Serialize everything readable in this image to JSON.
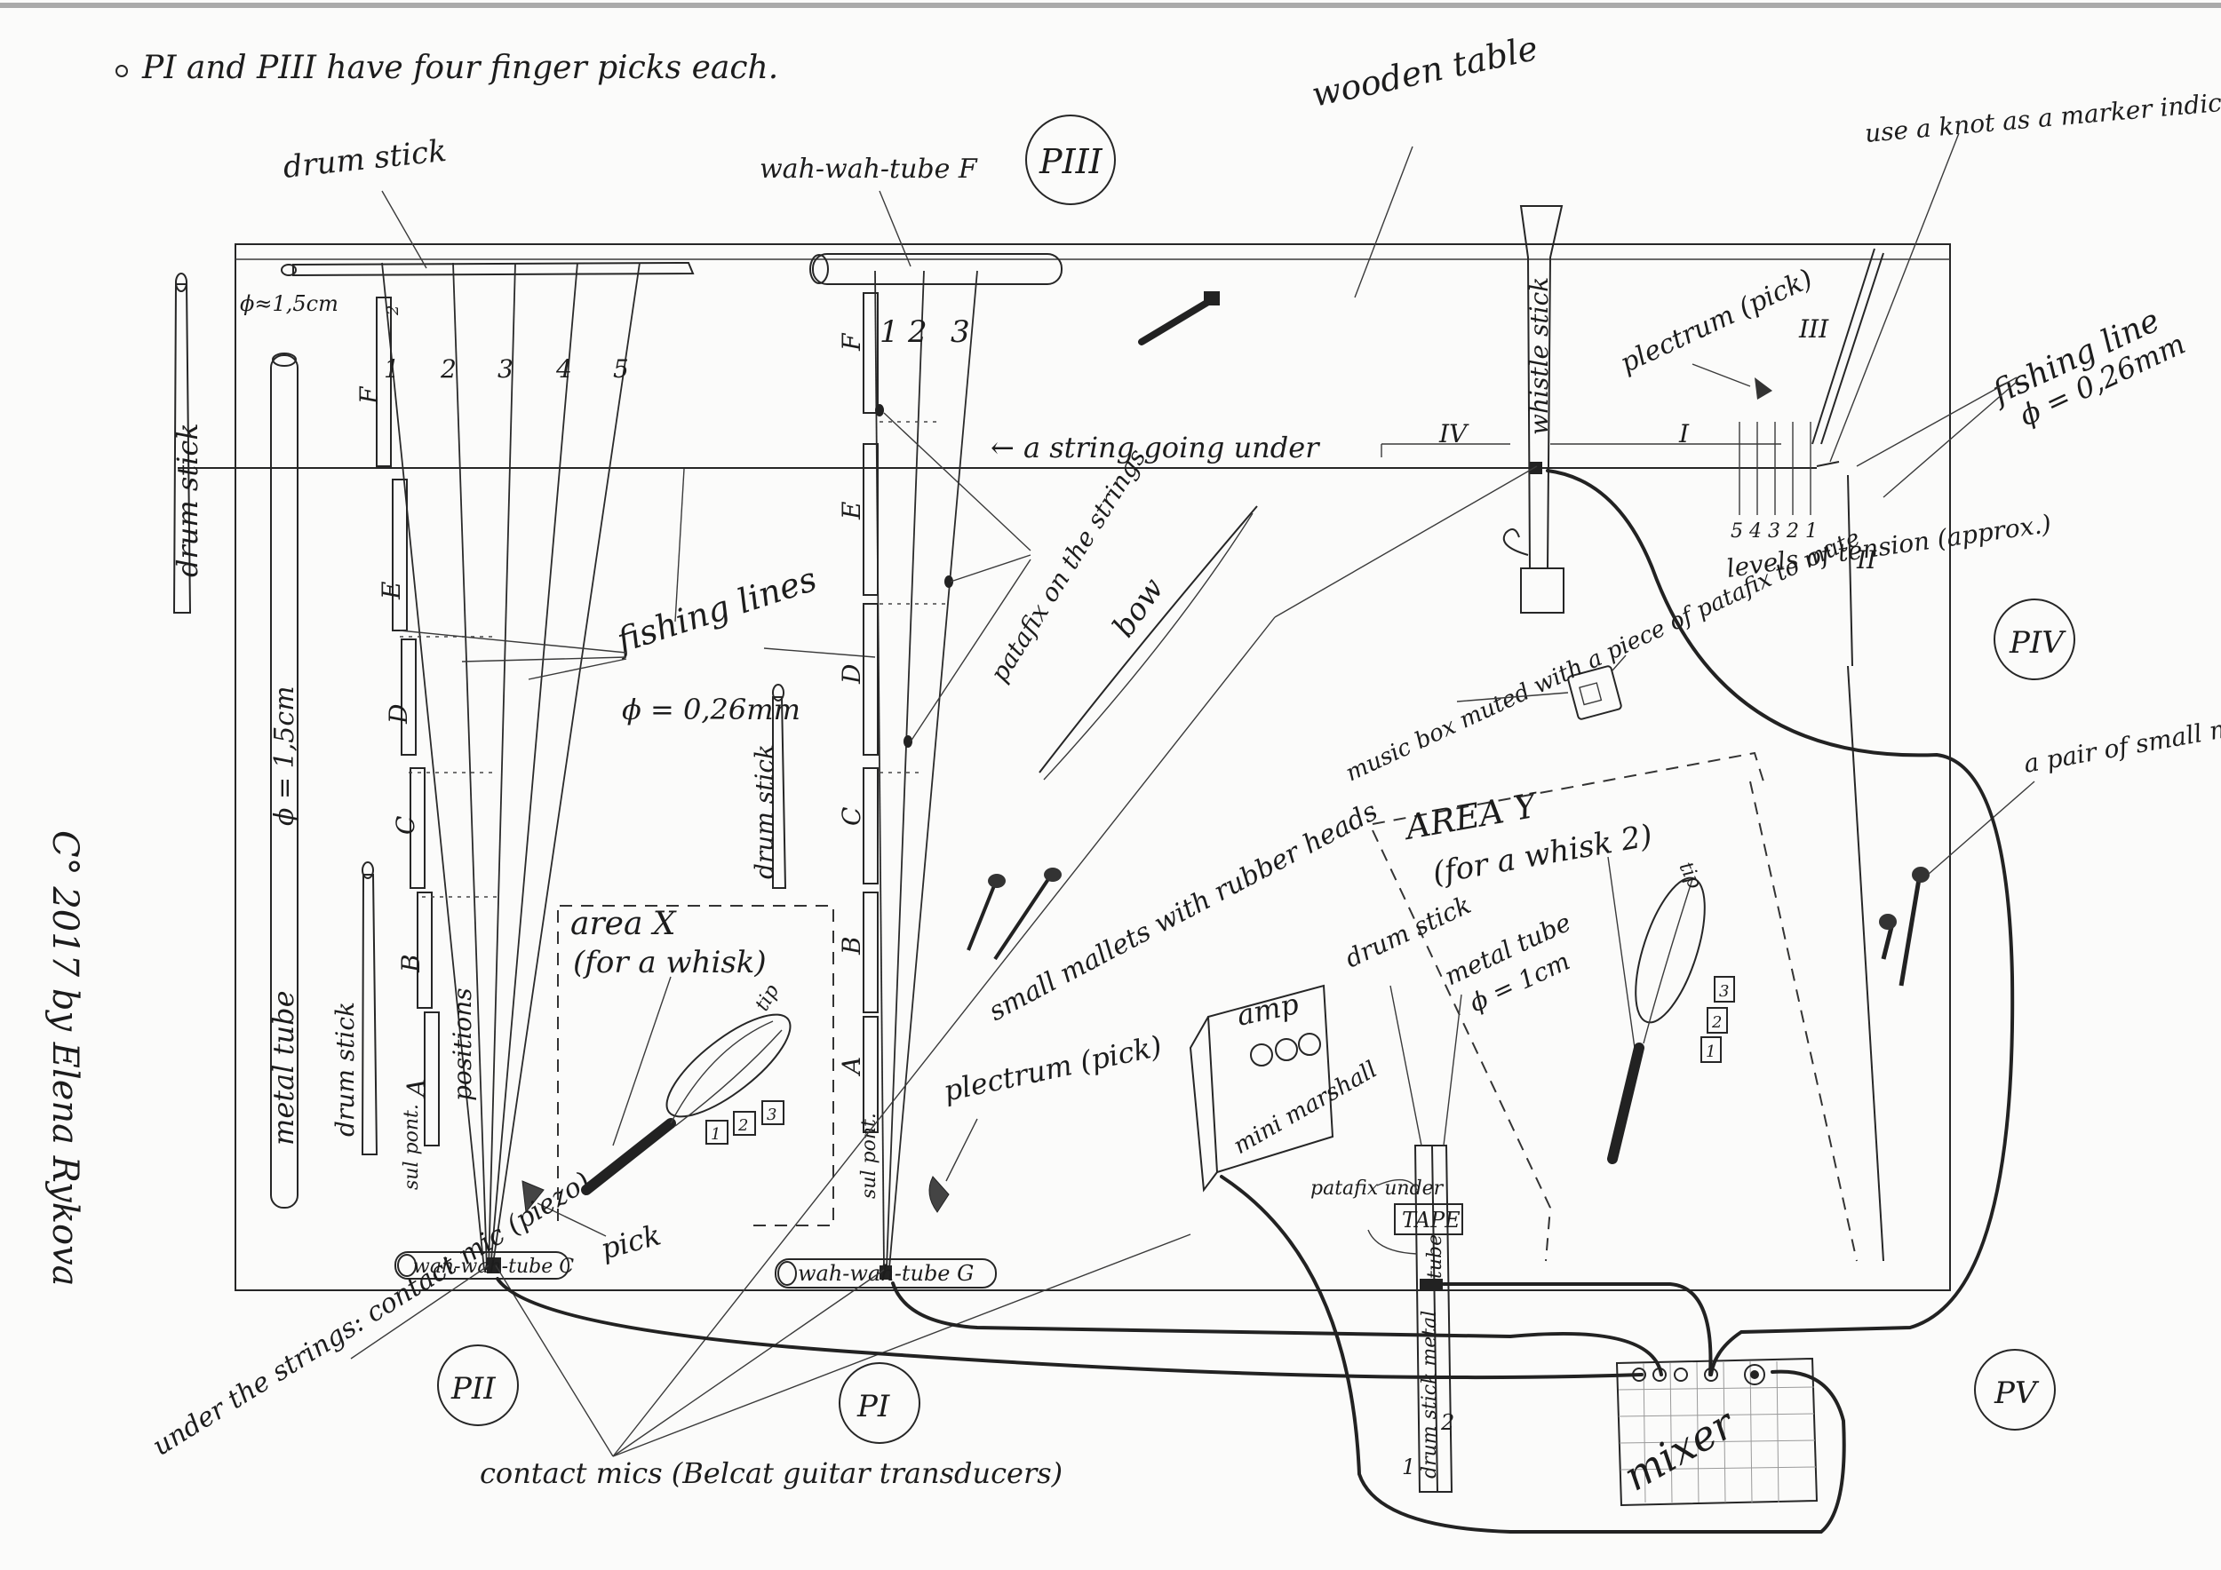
{
  "note": "PI and PIII have four finger picks each.",
  "copyright": "C° 2017 by Elena Rykova",
  "players": {
    "p1": "PI",
    "p2": "PII",
    "p3": "PIII",
    "p4": "PIV",
    "p5": "PV"
  },
  "table": {
    "label": "wooden table"
  },
  "left_instrument": {
    "top_stick_label": "drum stick",
    "string_numbers": [
      "1",
      "2",
      "3",
      "4",
      "5"
    ],
    "bar_label": "2",
    "letters": [
      "F",
      "E",
      "D",
      "C",
      "B",
      "A"
    ],
    "positions_label": "positions",
    "sul_pont": "sul pont.",
    "bottom_tube": "wah-wah-tube C",
    "fishing_lines": "fishing lines",
    "fishing_diam": "ϕ = 0,26mm",
    "pick_label": "pick",
    "contact_mic_note": "under the strings: contact mic (piezo)"
  },
  "left_side": {
    "diam_note": "ϕ≈1,5cm",
    "metal_tube": "metal tube",
    "metal_tube_diam": "ϕ = 1,5cm",
    "drum_stick_top": "drum stick",
    "drum_stick_lower": "drum stick"
  },
  "area_x": {
    "title": "area X",
    "sub": "(for a whisk)",
    "tip": "tip",
    "boxes": [
      "1",
      "2",
      "3"
    ]
  },
  "middle_instrument": {
    "top_tube": "wah-wah-tube F",
    "string_numbers": [
      "1",
      "2",
      "3"
    ],
    "letters": [
      "F",
      "E",
      "D",
      "C",
      "B",
      "A"
    ],
    "sul_pont": "sul pont.",
    "bottom_tube": "wah-wah-tube G",
    "patafix": "patafix on the strings",
    "drum_stick": "drum stick",
    "plectrum": "plectrum (pick)"
  },
  "string_under": "← a string going under",
  "center": {
    "bow": "bow",
    "small_mallets": "small mallets with rubber heads",
    "music_box": "music box muted with a piece of patafix to mute",
    "area_y_title": "AREA Y",
    "area_y_sub": "(for a whisk 2)",
    "tip": "tip",
    "boxes": [
      "1",
      "2",
      "3"
    ]
  },
  "lower_mid": {
    "drum_stick": "drum stick",
    "metal_tube": "metal tube",
    "metal_tube_diam": "ϕ = 1cm",
    "patafix_under": "patafix under",
    "tape": "TAPE",
    "amp": "amp",
    "mini_marshall": "mini marshall",
    "stick_text": "drum stick metal",
    "num1": "1",
    "num2": "2",
    "tube_word": "tube",
    "mixer": "mixer"
  },
  "right_area": {
    "whistle_stick": "whistle stick",
    "roman_four": "IV",
    "roman_one": "I",
    "roman_two": "II",
    "roman_three": "III",
    "knot_note": "use a knot as a marker indicating the level of tension",
    "plectrum": "plectrum (pick)",
    "fishing_line": "fishing line",
    "fishing_diam": "ϕ = 0,26mm",
    "tension_nums": "5 4 3 2 1",
    "tension_label": "levels of tension (approx.)",
    "mallets_pair": "a pair of small mallets with rubber heads"
  },
  "contact_mics": "contact mics (Belcat guitar transducers)"
}
